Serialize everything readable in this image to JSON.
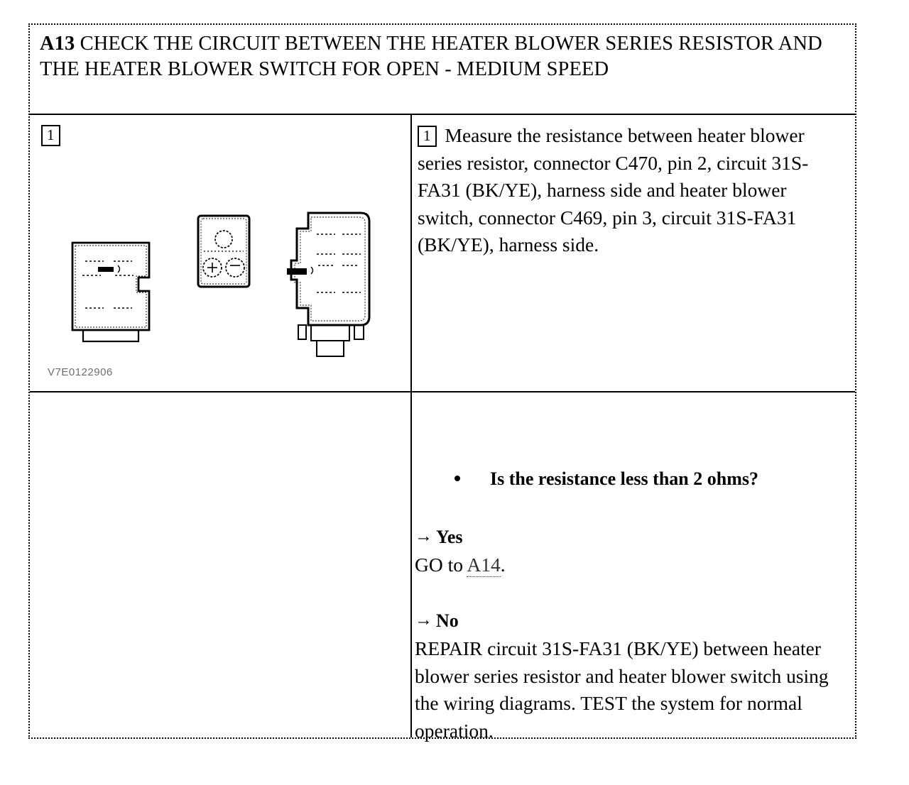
{
  "document": {
    "kind": "pinpoint-test-step",
    "ink_color": "#000000",
    "paper_color": "#ffffff"
  },
  "header": {
    "step_id": "A13",
    "title": "CHECK THE CIRCUIT BETWEEN THE HEATER BLOWER SERIES RESISTOR AND THE HEATER BLOWER SWITCH FOR OPEN - MEDIUM SPEED"
  },
  "illustration": {
    "step_marker": "1",
    "figure_id": "V7E0122906",
    "connectors": [
      {
        "name": "heater-blower-series-resistor-connector",
        "shape": "rect-with-notch"
      },
      {
        "name": "small-two-pin-connector",
        "shape": "rounded-rect"
      },
      {
        "name": "heater-blower-switch-connector",
        "shape": "tall-rounded-rect-with-tab"
      }
    ]
  },
  "instruction": {
    "step_marker": "1",
    "text": "Measure the resistance between heater blower series resistor, connector C470, pin 2, circuit 31S-FA31 (BK/YE), harness side and heater blower switch, connector C469, pin 3, circuit 31S-FA31 (BK/YE), harness side."
  },
  "decision": {
    "question": "Is the resistance less than 2 ohms?",
    "arrow_glyph": "→",
    "branches": [
      {
        "label": "Yes",
        "action_prefix": "GO to ",
        "xref": "A14",
        "action_suffix": "."
      },
      {
        "label": "No",
        "action_text": "REPAIR circuit 31S-FA31 (BK/YE) between heater blower series resistor and heater blower switch using the wiring diagrams. TEST the system for normal operation."
      }
    ]
  }
}
